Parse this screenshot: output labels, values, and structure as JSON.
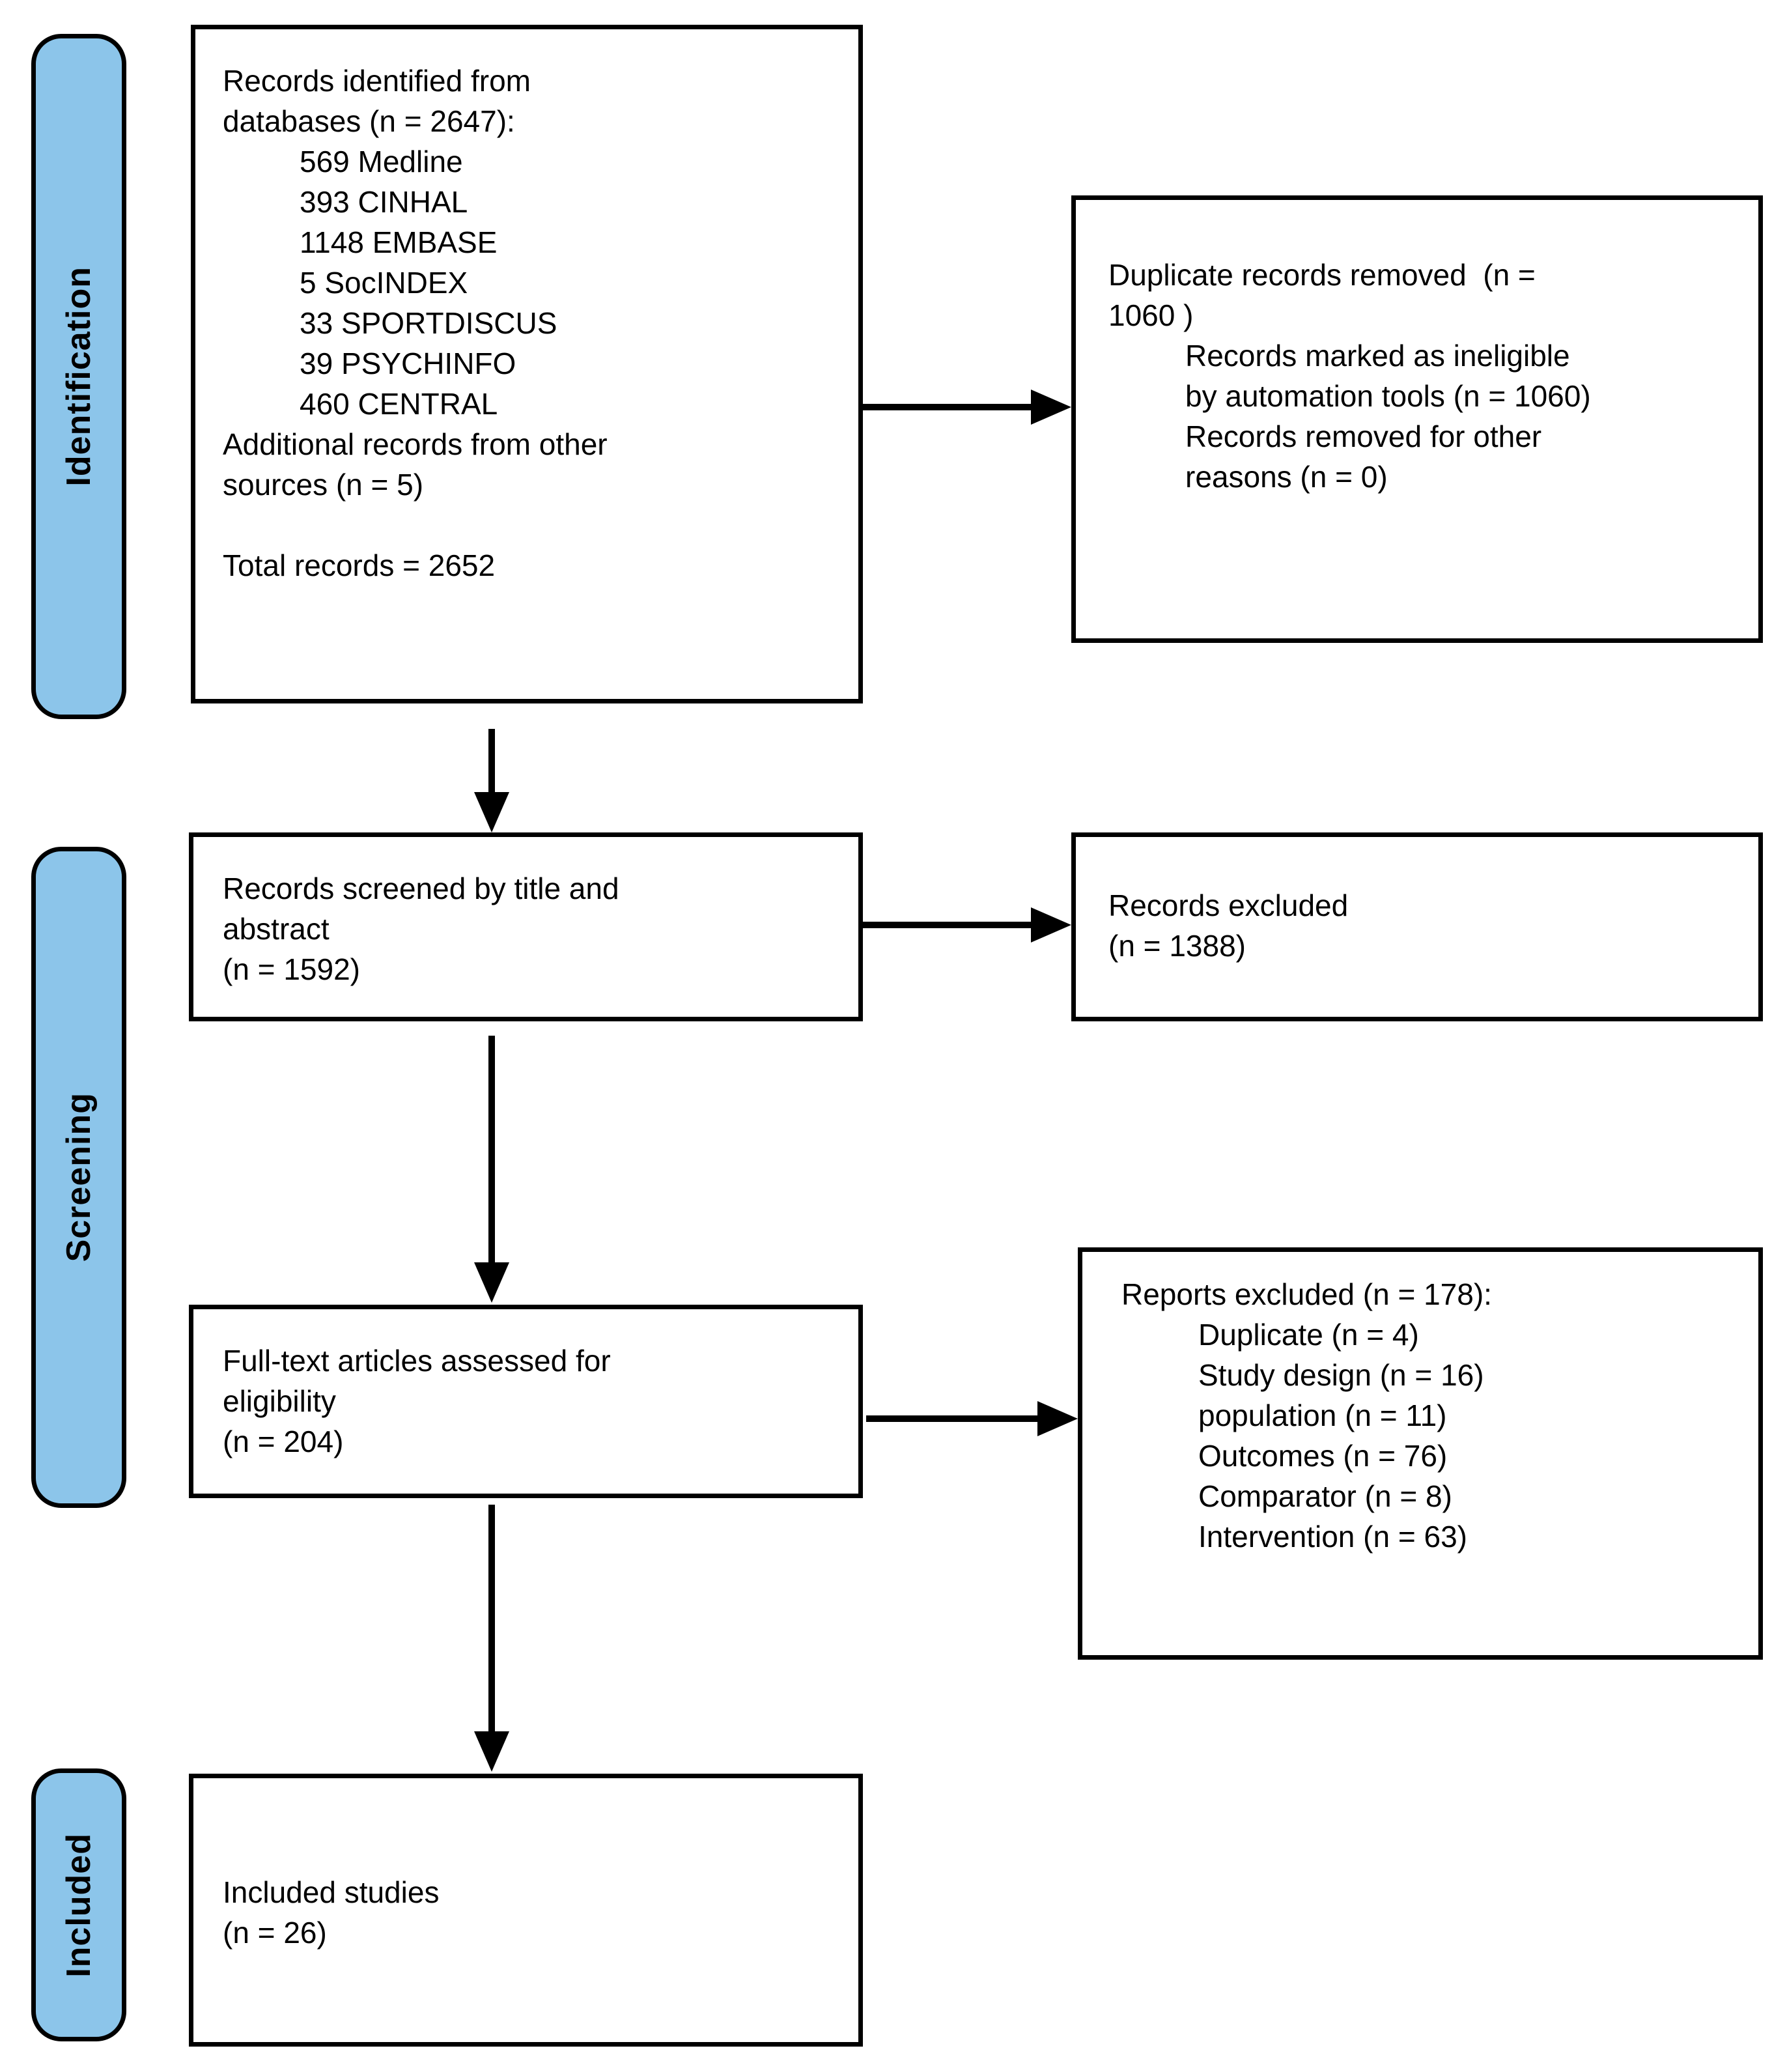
{
  "sidebar": {
    "identification_label": "Identification",
    "screening_label": "Screening",
    "included_label": "Included"
  },
  "boxes": {
    "records_identified": {
      "lines": [
        "Records identified from",
        "databases (n = 2647):",
        "569 Medline",
        "393 CINHAL",
        "1148 EMBASE",
        "5 SocINDEX",
        "33 SPORTDISCUS",
        "39 PSYCHINFO",
        "460 CENTRAL",
        "Additional records from other",
        "sources (n = 5)",
        "",
        "Total records = 2652"
      ]
    },
    "duplicates_removed": {
      "lines": [
        "Duplicate records removed  (n =",
        "1060 )",
        "Records marked as ineligible",
        "by automation tools (n = 1060)",
        "Records removed for other",
        "reasons (n = 0)"
      ]
    },
    "records_screened": {
      "lines": [
        "Records screened by title and",
        "abstract",
        "(n = 1592)"
      ]
    },
    "records_excluded": {
      "lines": [
        "Records excluded",
        "(n = 1388)"
      ]
    },
    "fulltext_assessed": {
      "lines": [
        "Full-text articles assessed for",
        "eligibility",
        "(n = 204)"
      ]
    },
    "reports_excluded": {
      "lines": [
        "Reports excluded (n = 178):",
        "Duplicate (n = 4)",
        "Study design (n = 16)",
        "population (n = 11)",
        "Outcomes (n = 76)",
        "Comparator (n = 8)",
        "Intervention (n = 63)"
      ]
    },
    "included_studies": {
      "lines": [
        "Included studies",
        "(n = 26)"
      ]
    }
  },
  "colors": {
    "stage_fill": "#8CC5EA",
    "line_color": "#000000",
    "box_background": "#FFFFFF"
  }
}
